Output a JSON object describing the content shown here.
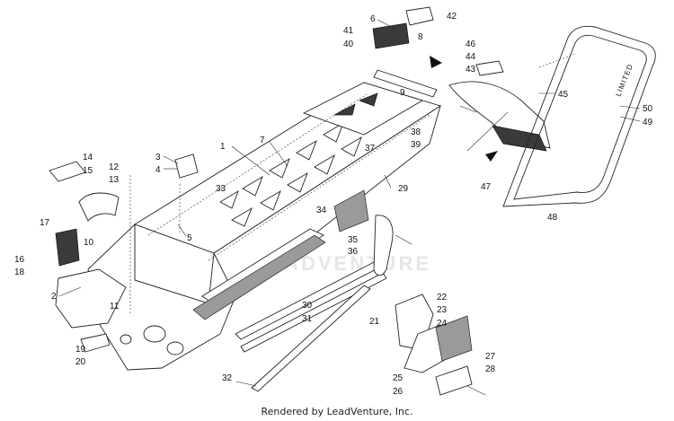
{
  "watermark": "LEADVENTURE",
  "footer": "Rendered by LeadVenture, Inc.",
  "callouts": [
    "1",
    "2",
    "3",
    "4",
    "5",
    "6",
    "7",
    "8",
    "9",
    "10",
    "11",
    "12",
    "13",
    "14",
    "15",
    "16",
    "17",
    "18",
    "19",
    "20",
    "21",
    "22",
    "23",
    "24",
    "25",
    "26",
    "27",
    "28",
    "29",
    "30",
    "31",
    "32",
    "33",
    "34",
    "35",
    "36",
    "37",
    "38",
    "39",
    "40",
    "41",
    "42",
    "43",
    "44",
    "45",
    "46",
    "47",
    "48",
    "49",
    "50"
  ],
  "rail_decal_text": "LIMITED"
}
